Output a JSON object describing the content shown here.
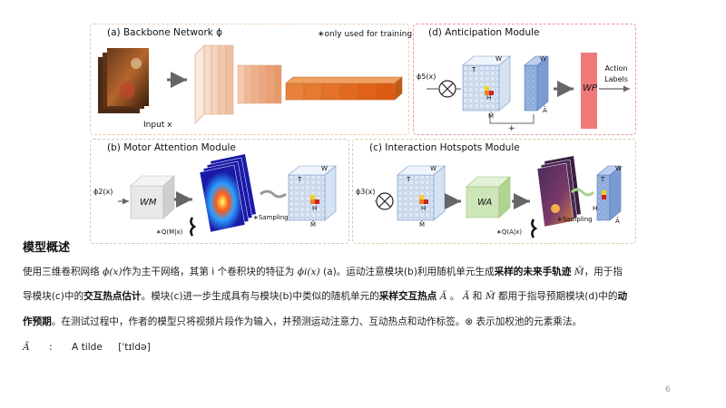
{
  "panels": {
    "a": {
      "title": "(a) Backbone Network ϕ",
      "note": "∗only used for training",
      "input_label": "Input x"
    },
    "d": {
      "title": "(d) Anticipation Module",
      "phi_label": "ϕ5(x)",
      "t": "T",
      "w1": "W",
      "h": "H",
      "m": "M̃",
      "w2": "W",
      "a": "Ã",
      "plus": "+",
      "wp": "WP",
      "output_label": "Action Labels"
    },
    "b": {
      "title": "(b) Motor Attention Module",
      "phi_label": "ϕ2(x)",
      "wm": "WM",
      "q": "∗Q(M|x)",
      "sampling": "∗Sampling",
      "t": "T",
      "w": "W",
      "h": "H",
      "m": "M̃"
    },
    "c": {
      "title": "(c) Interaction Hotspots Module",
      "phi_label": "ϕ3(x)",
      "t": "T",
      "w": "W",
      "h": "H",
      "m": "M̃",
      "wa": "WA",
      "q": "∗Q(A|x)",
      "sampling": "∗Sampling",
      "t2": "T",
      "w2": "W",
      "h2": "H",
      "a": "Ã"
    }
  },
  "text": {
    "heading": "模型概述",
    "p1": "使用三维卷积网络 ϕ(x)作为主干网络，其第 i 个卷积块的特征为 ϕi(x) （a)。运动注意模块(b)利用随机单元生成采样的未来手轨迹 M̃ ，用于指",
    "p1_a": "使用三维卷积网络 ",
    "p1_phi": "ϕ(x)",
    "p1_b": "作为主干网络，其第 i 个卷积块的特征为 ",
    "p1_phii": "ϕi(x)",
    "p1_c": "  (a)。运动注意模块(b)利用随机单元生成",
    "p1_bold": "采样的未来手轨迹",
    "p1_m": " M̃",
    "p1_d": "，用于指",
    "p2_a": "导模块(c)中的",
    "p2_bold1": "交互热点估计",
    "p2_b": "。模块(c)进一步生成具有与模块(b)中类似的随机单元的",
    "p2_bold2": "采样交互热点",
    "p2_at": " Ã",
    "p2_c": "  。 ",
    "p2_at2": "Ã",
    "p2_d": " 和 ",
    "p2_m": "M̃",
    "p2_e": " 都用于指导预期模块(d)中的",
    "p2_bold3": "动",
    "p3_bold": "作预期",
    "p3_a": "。在测试过程中，作者的模型只将视频片段作为输入，并预测运动注意力、互动热点和动作标签。⊗ 表示加权池的元素乘法。",
    "gloss_sym": "Ã",
    "gloss_colon": ":",
    "gloss_word": "A tilde",
    "gloss_ipa": "[ˈtɪldə]",
    "page": "6"
  },
  "colors": {
    "panel_a": "#f2c9a8",
    "panel_d": "#ef9b9b",
    "panel_b": "#c9c9c9",
    "panel_c": "#bcd9a8",
    "wp_bar": "#f07a7a",
    "backbone_orange": "#e8823a"
  }
}
